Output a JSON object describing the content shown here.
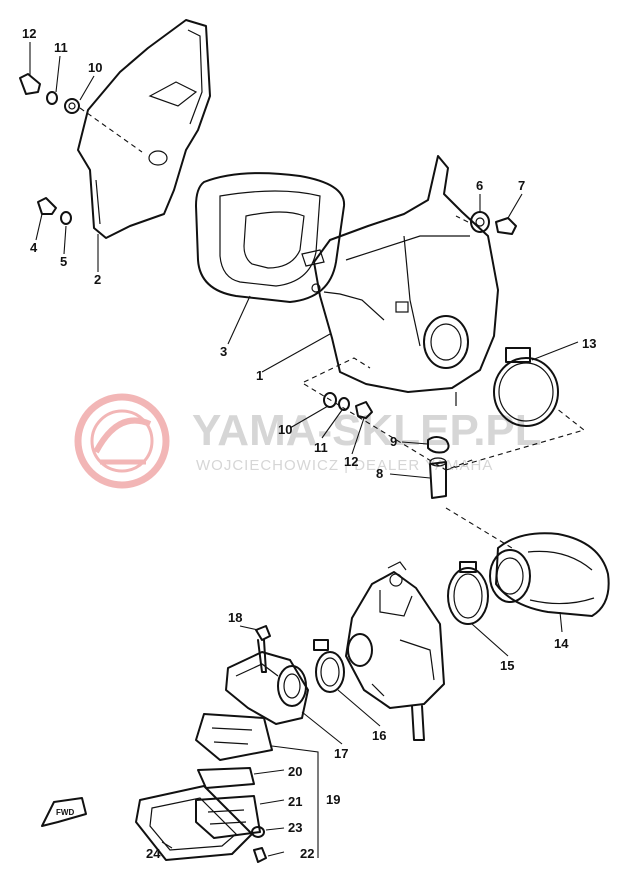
{
  "watermark": {
    "title": "YAMA-SKLEP.PL",
    "subtitle": "WOJCIECHOWICZ | DEALER YAMAHA"
  },
  "fwd_label": "FWD",
  "callouts": [
    {
      "id": "c12a",
      "label": "12"
    },
    {
      "id": "c11a",
      "label": "11"
    },
    {
      "id": "c10a",
      "label": "10"
    },
    {
      "id": "c4",
      "label": "4"
    },
    {
      "id": "c5",
      "label": "5"
    },
    {
      "id": "c2",
      "label": "2"
    },
    {
      "id": "c3",
      "label": "3"
    },
    {
      "id": "c1",
      "label": "1"
    },
    {
      "id": "c6",
      "label": "6"
    },
    {
      "id": "c7",
      "label": "7"
    },
    {
      "id": "c13",
      "label": "13"
    },
    {
      "id": "c10b",
      "label": "10"
    },
    {
      "id": "c11b",
      "label": "11"
    },
    {
      "id": "c12b",
      "label": "12"
    },
    {
      "id": "c9",
      "label": "9"
    },
    {
      "id": "c8",
      "label": "8"
    },
    {
      "id": "c14",
      "label": "14"
    },
    {
      "id": "c15",
      "label": "15"
    },
    {
      "id": "c16",
      "label": "16"
    },
    {
      "id": "c17",
      "label": "17"
    },
    {
      "id": "c18",
      "label": "18"
    },
    {
      "id": "c19",
      "label": "19"
    },
    {
      "id": "c20",
      "label": "20"
    },
    {
      "id": "c21",
      "label": "21"
    },
    {
      "id": "c22",
      "label": "22"
    },
    {
      "id": "c23",
      "label": "23"
    },
    {
      "id": "c24",
      "label": "24"
    }
  ]
}
